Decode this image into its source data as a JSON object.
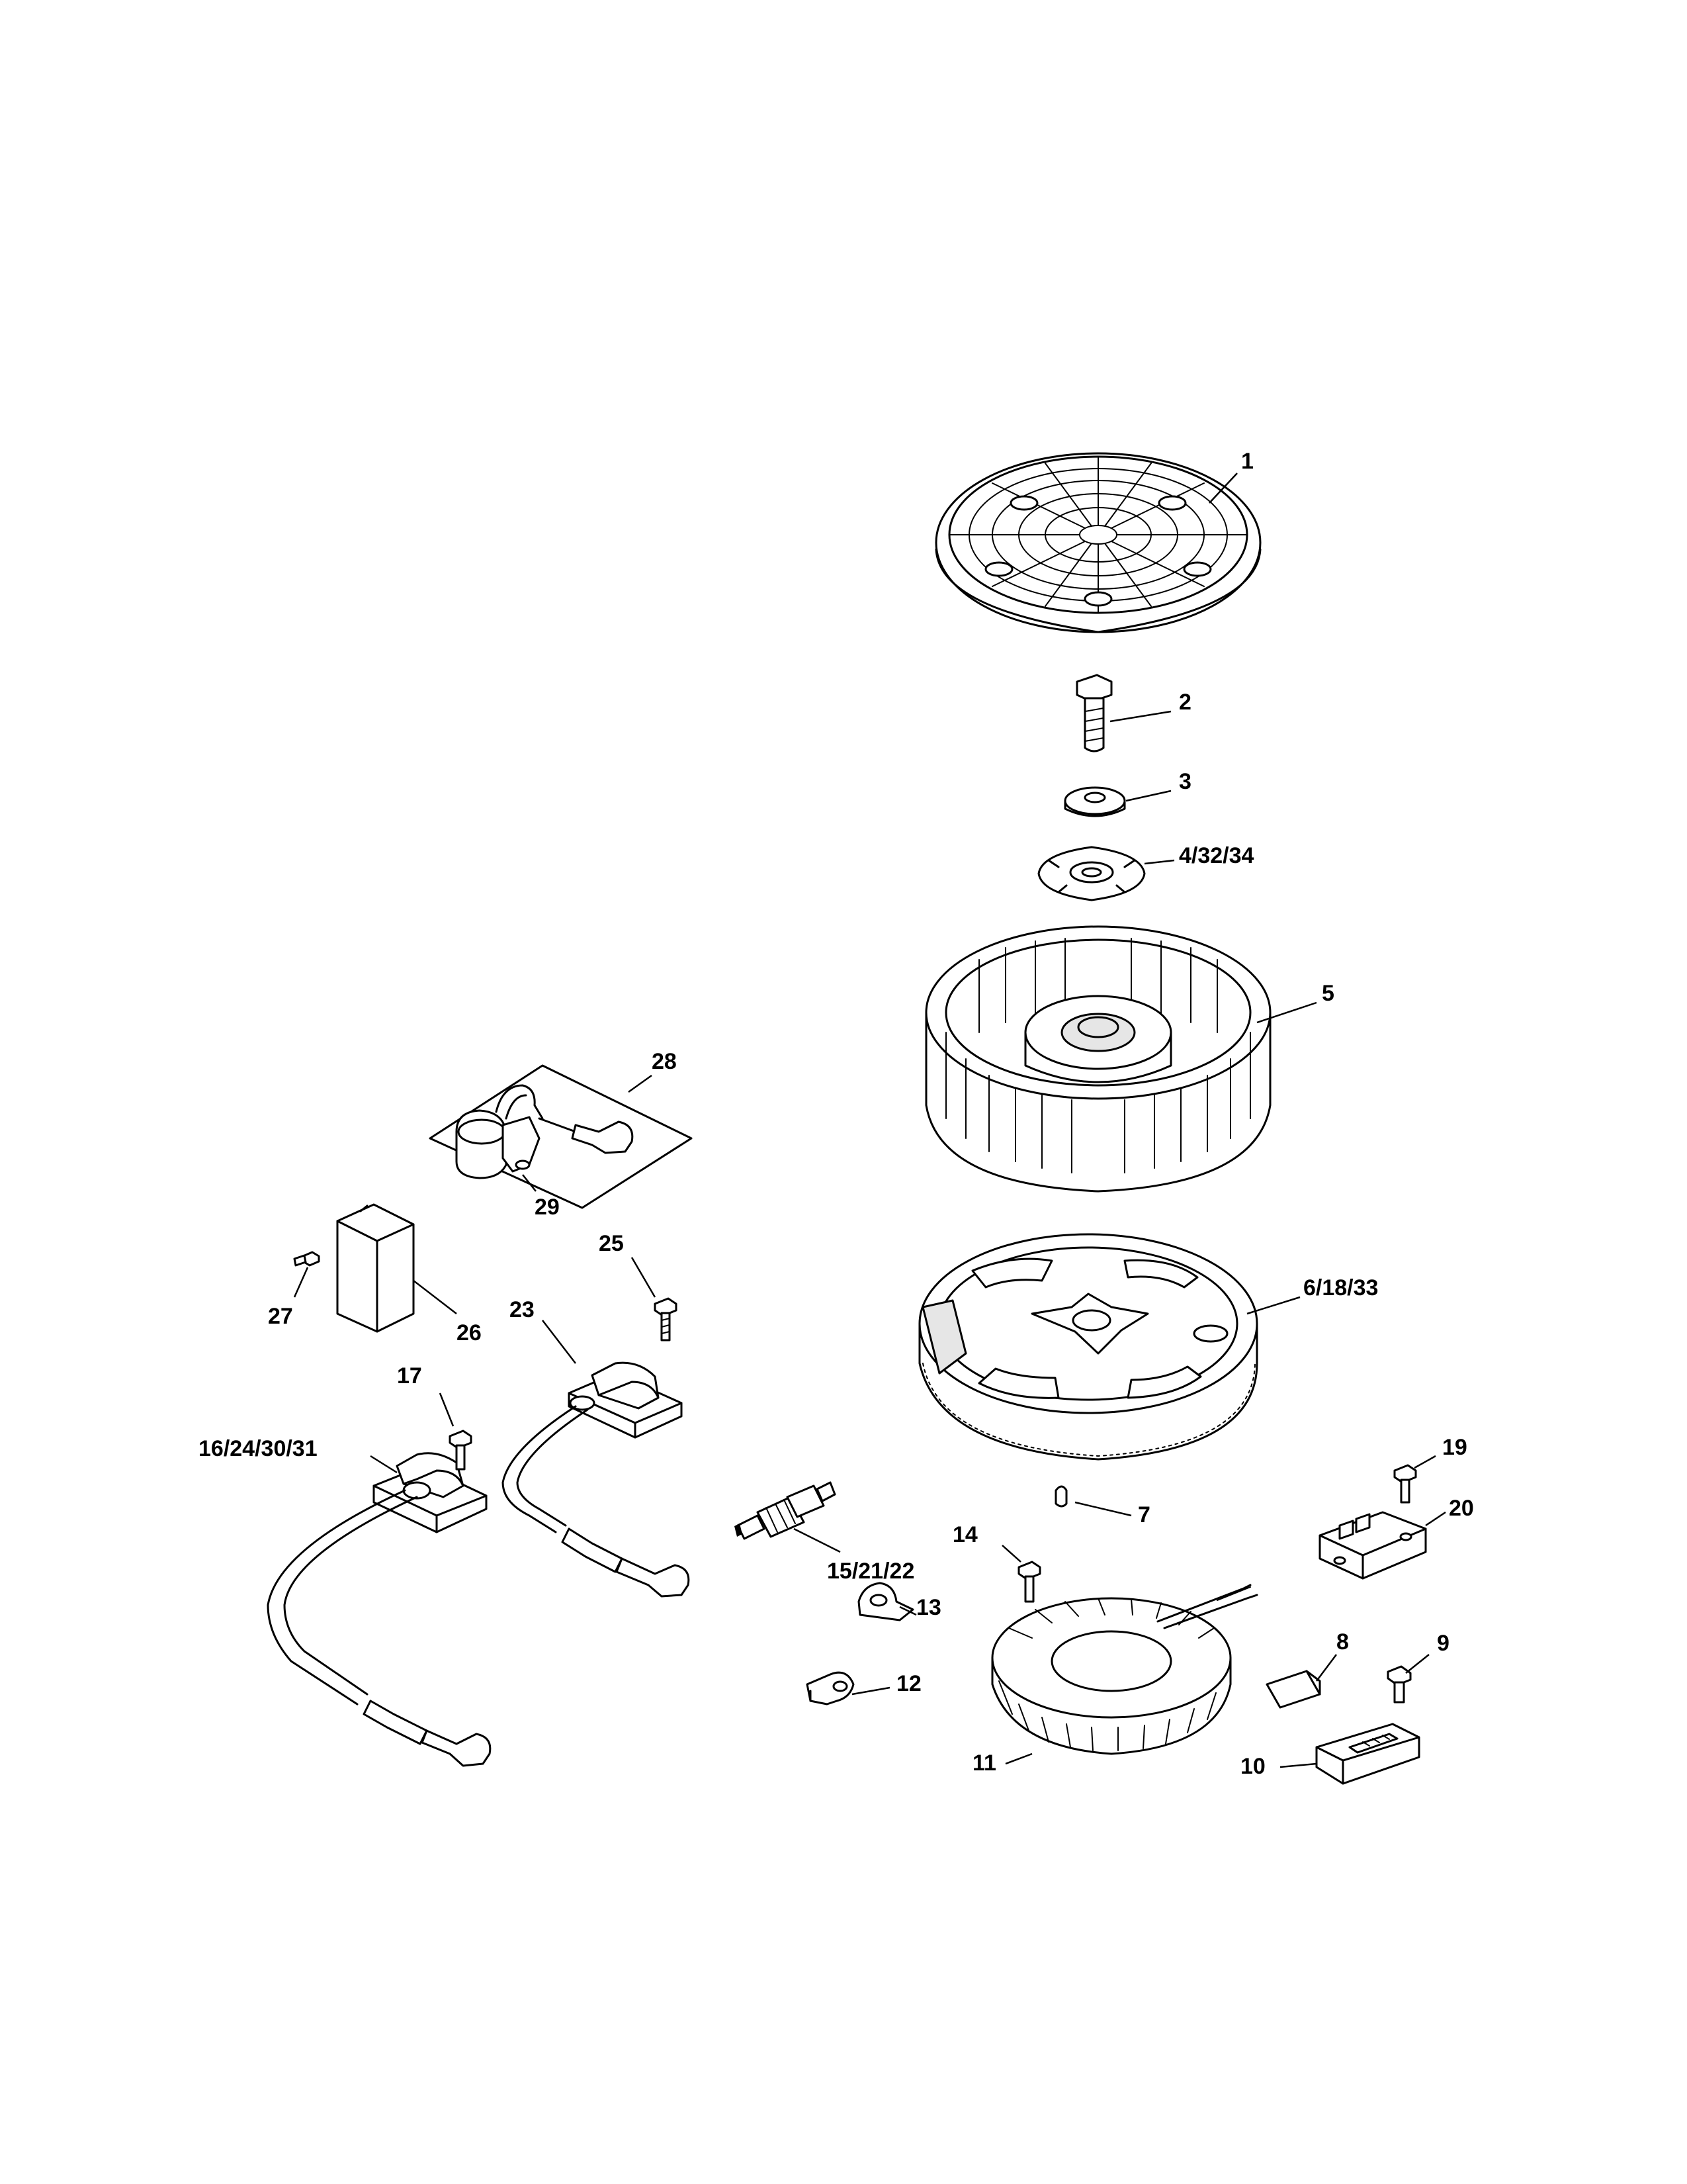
{
  "callouts": {
    "c1": "1",
    "c2": "2",
    "c3": "3",
    "c4": "4/32/34",
    "c5": "5",
    "c6": "6/18/33",
    "c7": "7",
    "c8": "8",
    "c9": "9",
    "c10": "10",
    "c11": "11",
    "c12": "12",
    "c13": "13",
    "c14": "14",
    "c15": "15/21/22",
    "c16": "16/24/30/31",
    "c17": "17",
    "c19": "19",
    "c20": "20",
    "c23": "23",
    "c25": "25",
    "c26": "26",
    "c27": "27",
    "c28": "28",
    "c29": "29"
  }
}
